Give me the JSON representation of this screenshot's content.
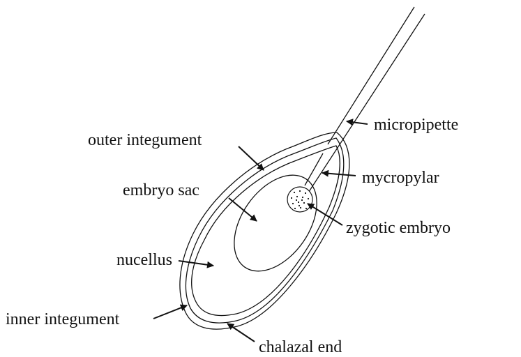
{
  "labels": {
    "micropipette": "micropipette",
    "outer_integument": "outer integument",
    "mycropylar": "mycropylar",
    "embryo_sac": "embryo sac",
    "zygotic_embryo": "zygotic embryo",
    "nucellus": "nucellus",
    "inner_integument": "inner integument",
    "chalazal_end": "chalazal end"
  },
  "colors": {
    "ink": "#111111",
    "background": "#ffffff"
  }
}
